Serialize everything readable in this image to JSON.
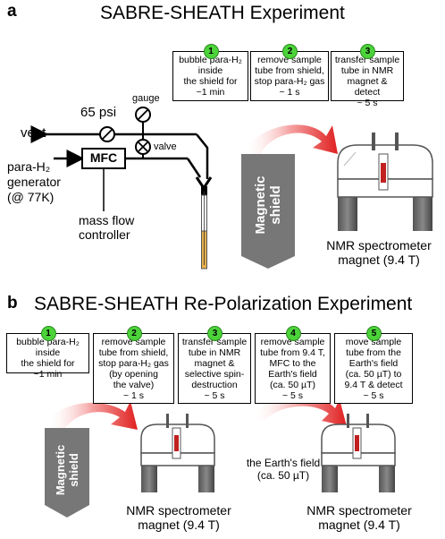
{
  "panel_a": {
    "letter": "a",
    "title": "SABRE-SHEATH Experiment",
    "steps": [
      {
        "num": "1",
        "text": "bubble para-H₂\ninside\nthe shield for\n~1 min"
      },
      {
        "num": "2",
        "text": "remove sample\ntube from shield,\nstop para-H₂ gas\n~ 1 s"
      },
      {
        "num": "3",
        "text": "transfer sample\ntube in NMR\nmagnet & detect\n~ 5 s"
      }
    ],
    "labels": {
      "vent": "vent",
      "psi": "65 psi",
      "gauge": "gauge",
      "valve": "valve",
      "mfc": "MFC",
      "generator": "para-H₂\ngenerator\n(@ 77K)",
      "mass_flow": "mass flow\ncontroller",
      "shield": "Magnetic\nshield",
      "nmr": "NMR spectrometer\nmagnet (9.4 T)"
    }
  },
  "panel_b": {
    "letter": "b",
    "title": "SABRE-SHEATH Re-Polarization Experiment",
    "steps": [
      {
        "num": "1",
        "text": "bubble para-H₂\ninside\nthe shield for\n~1 min"
      },
      {
        "num": "2",
        "text": "remove sample\ntube from shield,\nstop para-H₂ gas\n(by opening\nthe valve)\n~ 1 s"
      },
      {
        "num": "3",
        "text": "transfer sample\ntube in NMR\nmagnet &\nselective spin-\ndestruction\n~ 5 s"
      },
      {
        "num": "4",
        "text": "remove sample\ntube from 9.4 T,\nMFC to the\nEarth's field\n(ca. 50 µT)\n~ 5 s"
      },
      {
        "num": "5",
        "text": "move sample\ntube from the\nEarth's field\n(ca. 50 µT) to\n9.4 T & detect\n~ 5 s"
      }
    ],
    "labels": {
      "shield": "Magnetic\nshield",
      "nmr_left": "NMR spectrometer\nmagnet (9.4 T)",
      "earth": "the Earth's field\n(ca. 50 µT)",
      "nmr_right": "NMR spectrometer\nmagnet (9.4 T)"
    }
  }
}
